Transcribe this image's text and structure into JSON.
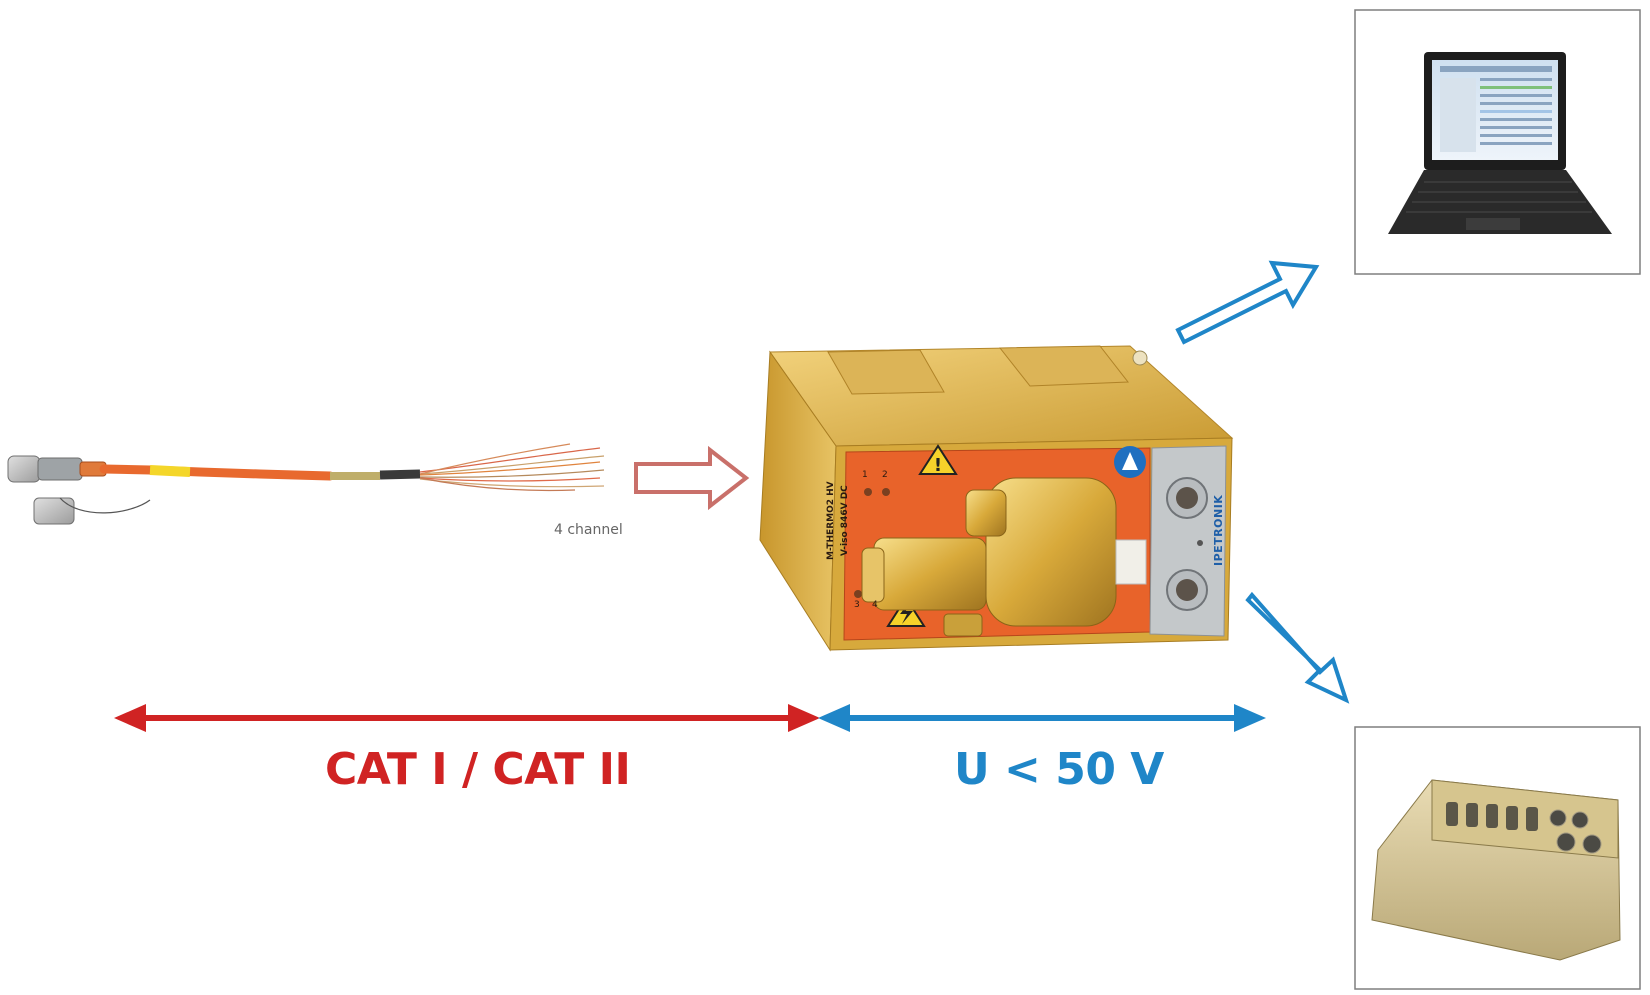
{
  "cable": {
    "caption": "4 channel"
  },
  "module": {
    "model_text": "M-THERMO2 HV",
    "spec_text": "V-iso 846V DC",
    "brand": "IPETRONIK",
    "led_labels": [
      "1",
      "2",
      "3",
      "4"
    ]
  },
  "ranges": {
    "left_label": "CAT I / CAT II",
    "right_label": "U < 50 V"
  },
  "colors": {
    "red": "#d02323",
    "blue": "#1f86c8",
    "gold": "#d9b24a",
    "orange": "#e8632a",
    "input_arrow": "#c9706a"
  },
  "icons": [
    "cable-icon",
    "laptop-icon",
    "logger-device-icon",
    "warning-icon",
    "high-voltage-icon",
    "manual-icon"
  ]
}
